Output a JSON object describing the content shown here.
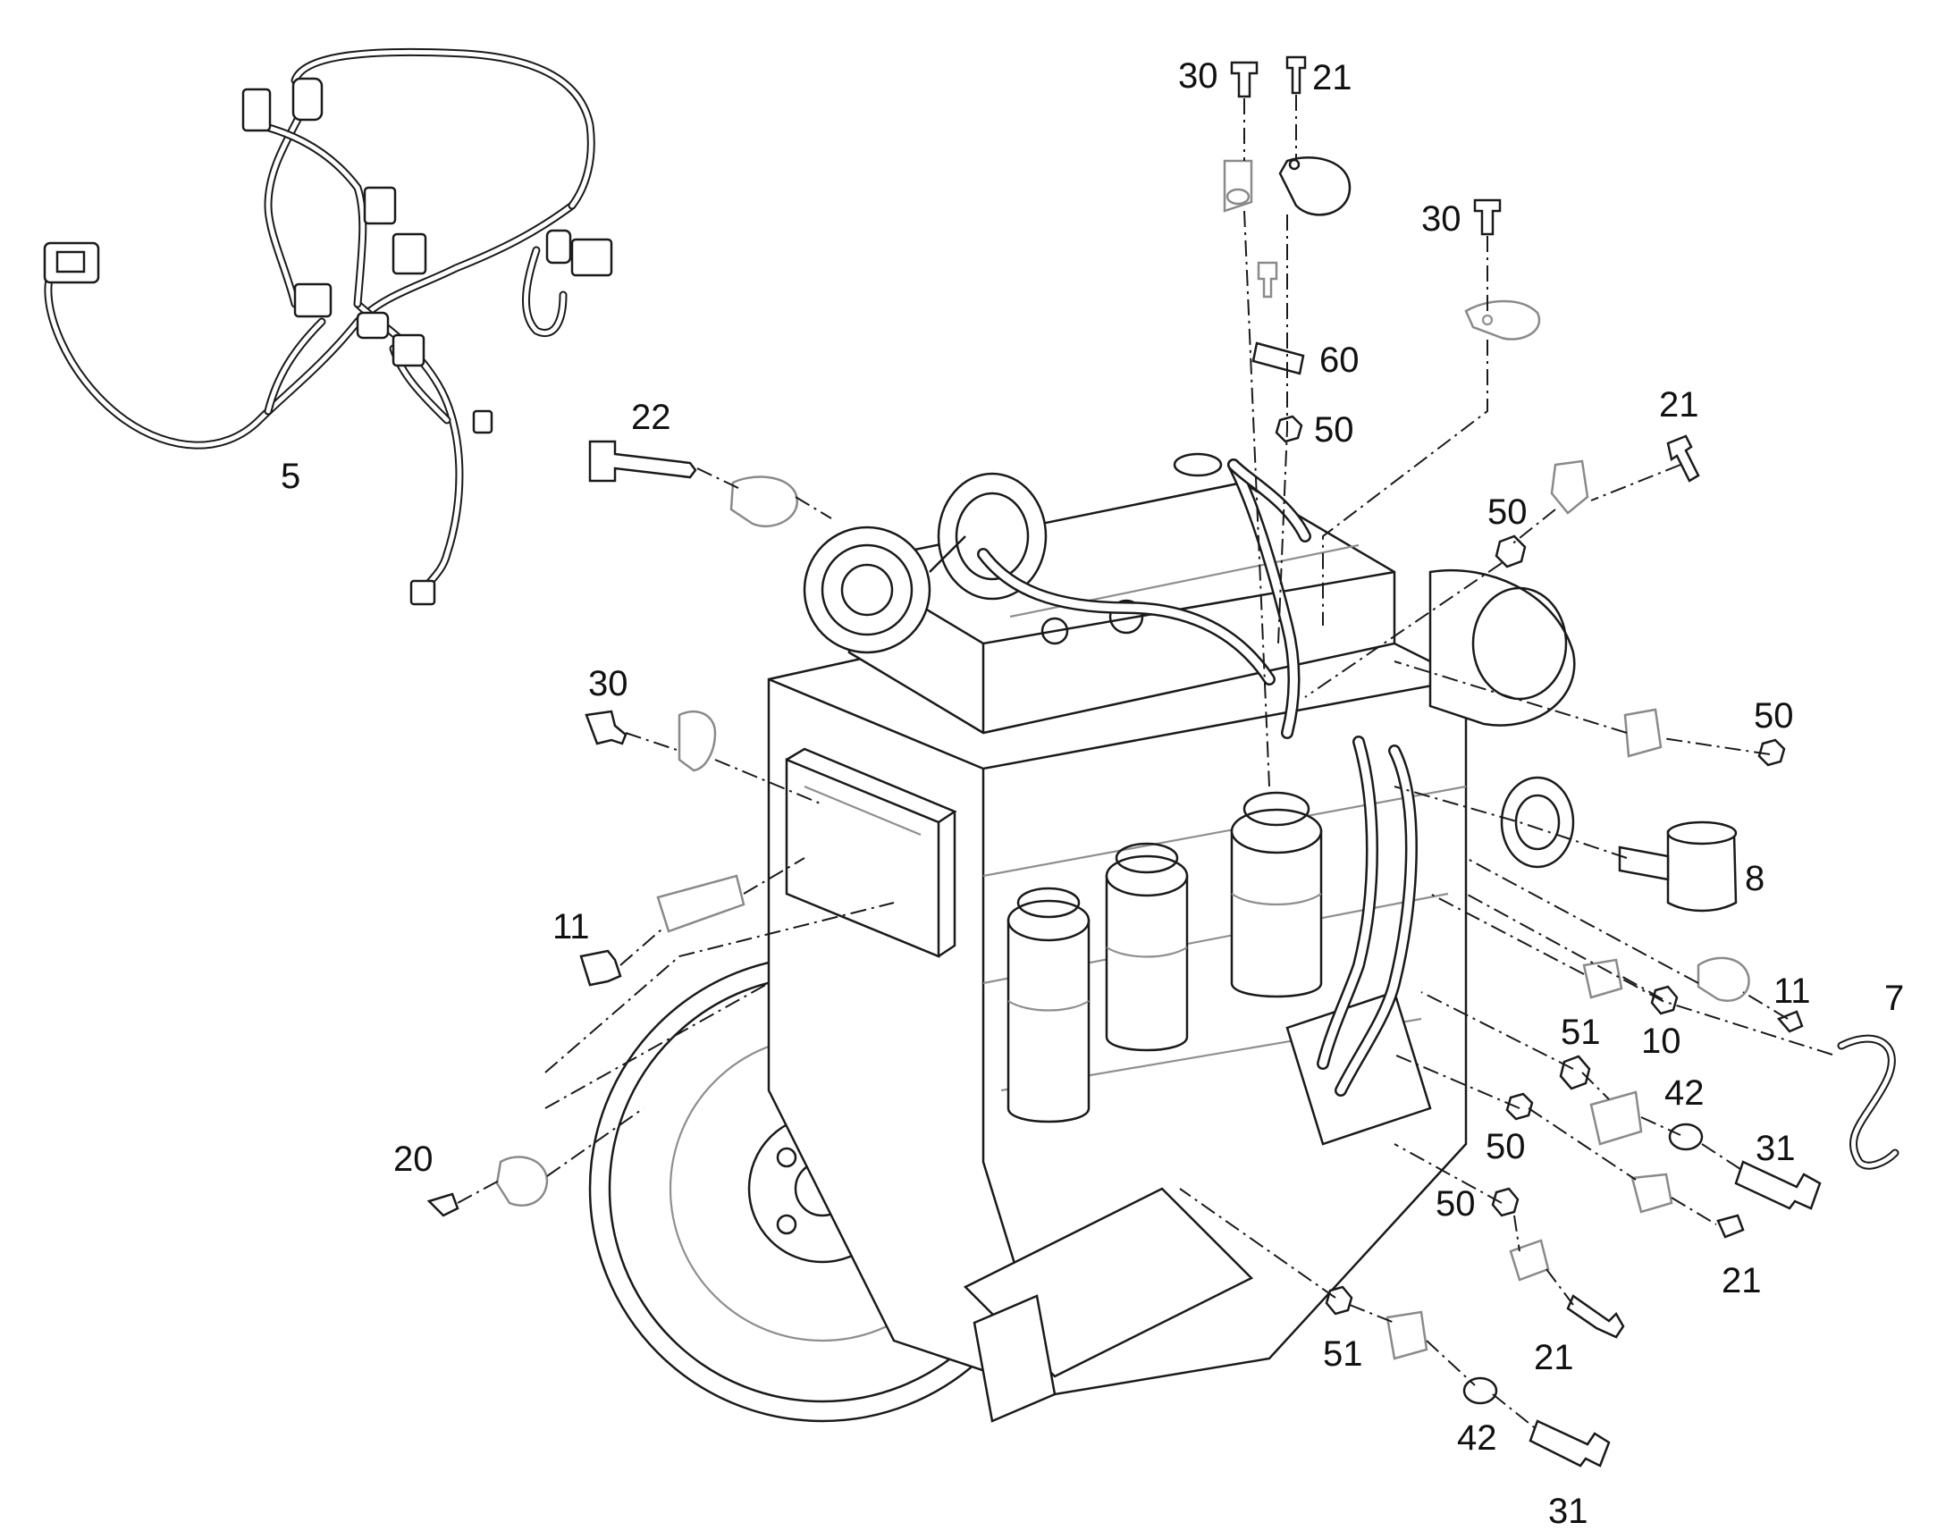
{
  "callouts": [
    {
      "id": "c-5",
      "label": "5"
    },
    {
      "id": "c-22",
      "label": "22"
    },
    {
      "id": "c-30-top",
      "label": "30"
    },
    {
      "id": "c-21-top",
      "label": "21"
    },
    {
      "id": "c-30-mid",
      "label": "30"
    },
    {
      "id": "c-60",
      "label": "60"
    },
    {
      "id": "c-50-top",
      "label": "50"
    },
    {
      "id": "c-21-right",
      "label": "21"
    },
    {
      "id": "c-50-right-upper",
      "label": "50"
    },
    {
      "id": "c-30-left",
      "label": "30"
    },
    {
      "id": "c-50-far-right",
      "label": "50"
    },
    {
      "id": "c-8",
      "label": "8"
    },
    {
      "id": "c-11-left",
      "label": "11"
    },
    {
      "id": "c-7",
      "label": "7"
    },
    {
      "id": "c-11-right",
      "label": "11"
    },
    {
      "id": "c-51-upper",
      "label": "51"
    },
    {
      "id": "c-10",
      "label": "10"
    },
    {
      "id": "c-42-upper",
      "label": "42"
    },
    {
      "id": "c-31-upper",
      "label": "31"
    },
    {
      "id": "c-50-lower",
      "label": "50"
    },
    {
      "id": "c-20",
      "label": "20"
    },
    {
      "id": "c-50-bottom",
      "label": "50"
    },
    {
      "id": "c-21-lower-right",
      "label": "21"
    },
    {
      "id": "c-21-bottom",
      "label": "21"
    },
    {
      "id": "c-51-lower",
      "label": "51"
    },
    {
      "id": "c-42-lower",
      "label": "42"
    },
    {
      "id": "c-31-lower",
      "label": "31"
    }
  ]
}
